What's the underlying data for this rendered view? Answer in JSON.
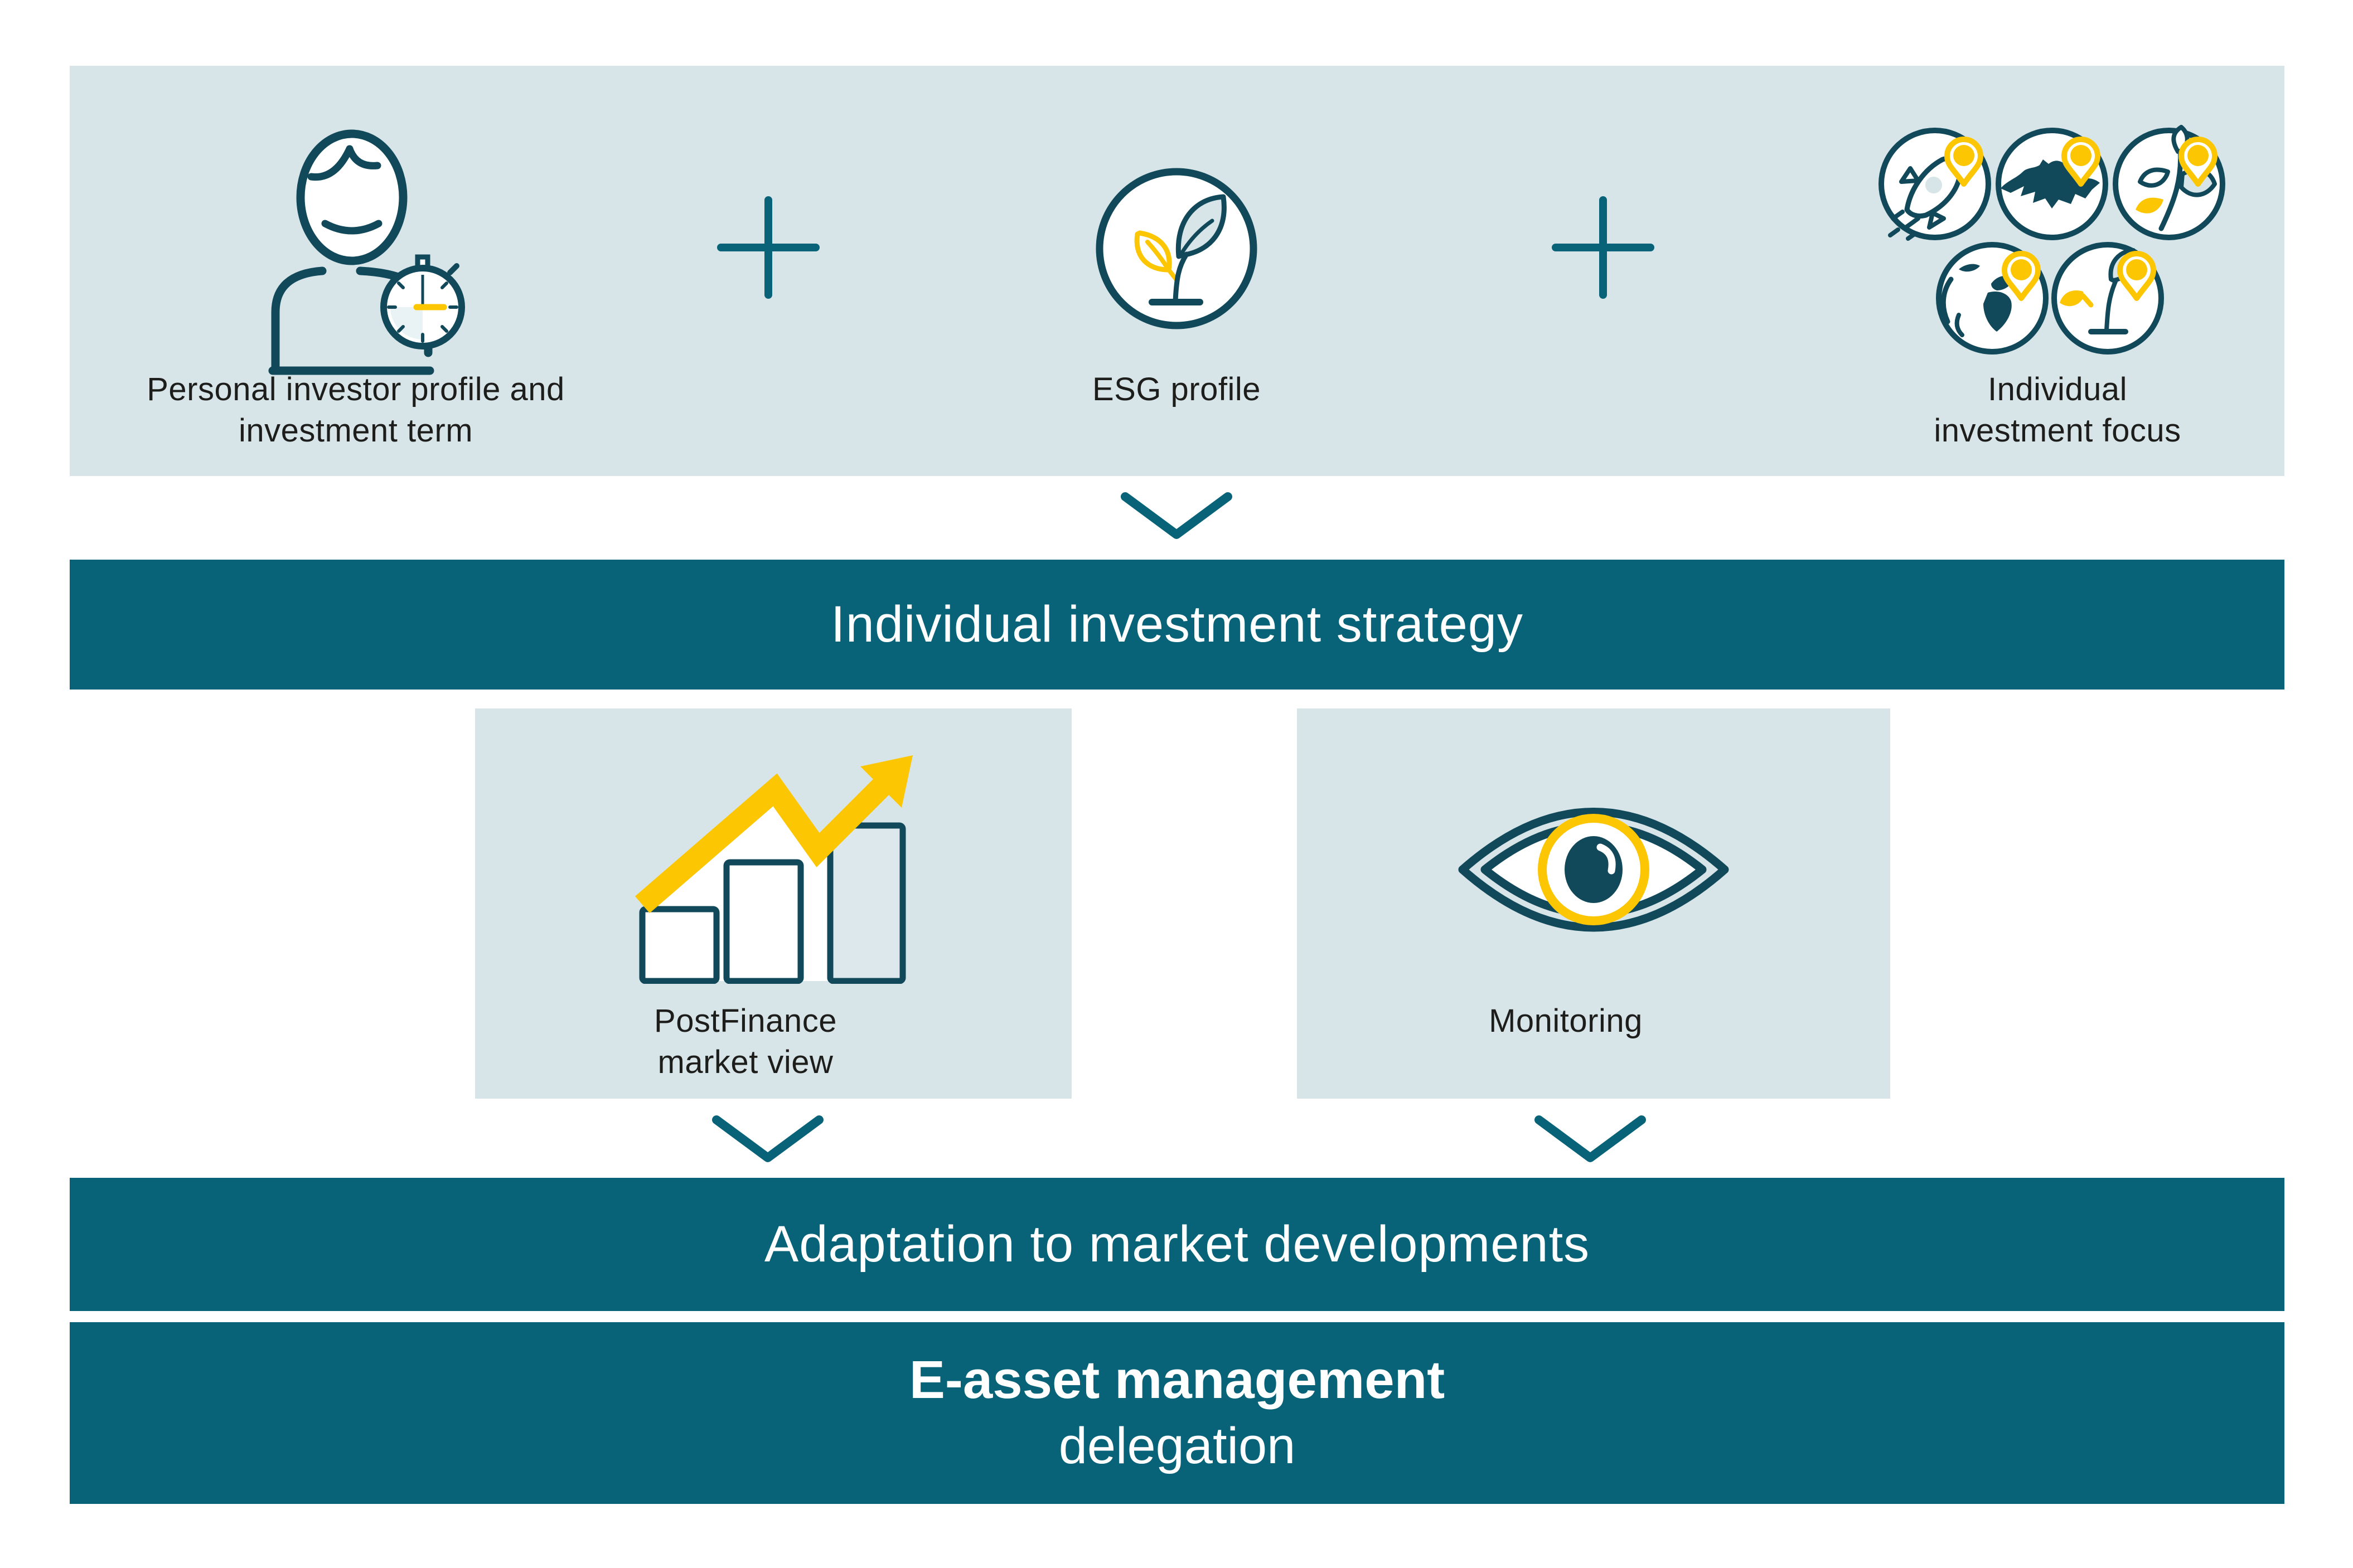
{
  "palette": {
    "band_teal": "#086379",
    "icon_dark": "#11495a",
    "accent_yellow": "#fdc602",
    "light_panel": "#d7e5e8",
    "text_dark": "#1d1d1b",
    "white": "#ffffff"
  },
  "top_row": {
    "investor": {
      "icon": "investor-stopwatch-icon",
      "line1": "Personal investor profile and",
      "line2": "investment term"
    },
    "plus1": {
      "icon": "plus-icon"
    },
    "esg": {
      "icon": "esg-plant-icon",
      "line1": "ESG profile",
      "line2": ""
    },
    "plus2": {
      "icon": "plus-icon"
    },
    "focus": {
      "icon": "investment-focus-badges-icon",
      "line1": "Individual",
      "line2": "investment focus"
    }
  },
  "strategy_band": {
    "label": "Individual investment strategy"
  },
  "middle_row": {
    "market": {
      "icon": "market-chart-icon",
      "line1": "PostFinance",
      "line2": "market view"
    },
    "monitoring": {
      "icon": "eye-icon",
      "line1": "Monitoring",
      "line2": ""
    }
  },
  "adaptation_band": {
    "label": "Adaptation to market developments"
  },
  "delegation_band": {
    "line1": "E-asset management",
    "line2": "delegation"
  }
}
